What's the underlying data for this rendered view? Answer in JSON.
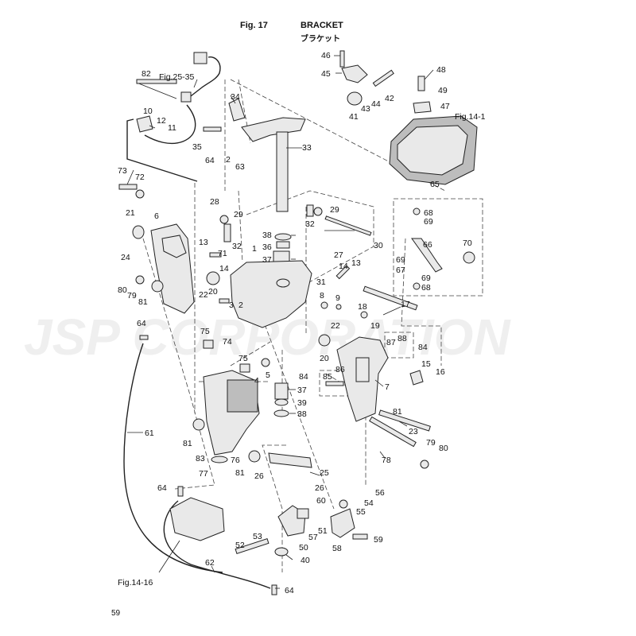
{
  "header": {
    "figure_label": "Fig. 17",
    "title_en": "BRACKET",
    "title_jp": "ブラケット"
  },
  "watermark": "JSP CORPORATION",
  "page_number": "59",
  "cross_references": [
    {
      "id": "fig25",
      "text": "Fig.25-35"
    },
    {
      "id": "fig14-1",
      "text": "Fig.14-1"
    },
    {
      "id": "fig14-16",
      "text": "Fig.14-16"
    }
  ],
  "callouts": [
    {
      "id": "c1",
      "text": "46"
    },
    {
      "id": "c2",
      "text": "45"
    },
    {
      "id": "c3",
      "text": "48"
    },
    {
      "id": "c4",
      "text": "49"
    },
    {
      "id": "c5",
      "text": "47"
    },
    {
      "id": "c6",
      "text": "43"
    },
    {
      "id": "c7",
      "text": "44"
    },
    {
      "id": "c8",
      "text": "42"
    },
    {
      "id": "c9",
      "text": "41"
    },
    {
      "id": "c10",
      "text": "82"
    },
    {
      "id": "c11",
      "text": "34"
    },
    {
      "id": "c12",
      "text": "10"
    },
    {
      "id": "c13",
      "text": "12"
    },
    {
      "id": "c14",
      "text": "11"
    },
    {
      "id": "c15",
      "text": "35"
    },
    {
      "id": "c16",
      "text": "33"
    },
    {
      "id": "c17",
      "text": "73"
    },
    {
      "id": "c18",
      "text": "72"
    },
    {
      "id": "c19",
      "text": "64"
    },
    {
      "id": "c20",
      "text": "2"
    },
    {
      "id": "c21",
      "text": "63"
    },
    {
      "id": "c22",
      "text": "65"
    },
    {
      "id": "c23",
      "text": "28"
    },
    {
      "id": "c24",
      "text": "29"
    },
    {
      "id": "c25",
      "text": "29"
    },
    {
      "id": "c26",
      "text": "68"
    },
    {
      "id": "c27",
      "text": "69"
    },
    {
      "id": "c28",
      "text": "21"
    },
    {
      "id": "c29",
      "text": "6"
    },
    {
      "id": "c30",
      "text": "32"
    },
    {
      "id": "c31",
      "text": "38"
    },
    {
      "id": "c32",
      "text": "32"
    },
    {
      "id": "c33",
      "text": "30"
    },
    {
      "id": "c34",
      "text": "66"
    },
    {
      "id": "c35",
      "text": "70"
    },
    {
      "id": "c36",
      "text": "13"
    },
    {
      "id": "c37",
      "text": "71"
    },
    {
      "id": "c38",
      "text": "36"
    },
    {
      "id": "c39",
      "text": "27"
    },
    {
      "id": "c40",
      "text": "69"
    },
    {
      "id": "c41",
      "text": "67"
    },
    {
      "id": "c42",
      "text": "69"
    },
    {
      "id": "c43",
      "text": "68"
    },
    {
      "id": "c44",
      "text": "24"
    },
    {
      "id": "c45",
      "text": "14"
    },
    {
      "id": "c46",
      "text": "1"
    },
    {
      "id": "c47",
      "text": "37"
    },
    {
      "id": "c48",
      "text": "14"
    },
    {
      "id": "c49",
      "text": "13"
    },
    {
      "id": "c50",
      "text": "31"
    },
    {
      "id": "c51",
      "text": "80"
    },
    {
      "id": "c52",
      "text": "79"
    },
    {
      "id": "c53",
      "text": "81"
    },
    {
      "id": "c54",
      "text": "20"
    },
    {
      "id": "c55",
      "text": "22"
    },
    {
      "id": "c56",
      "text": "3"
    },
    {
      "id": "c57",
      "text": "2"
    },
    {
      "id": "c58",
      "text": "8"
    },
    {
      "id": "c59",
      "text": "9"
    },
    {
      "id": "c60",
      "text": "18"
    },
    {
      "id": "c61",
      "text": "17"
    },
    {
      "id": "c62",
      "text": "19"
    },
    {
      "id": "c63",
      "text": "64"
    },
    {
      "id": "c64",
      "text": "22"
    },
    {
      "id": "c65",
      "text": "75"
    },
    {
      "id": "c66",
      "text": "74"
    },
    {
      "id": "c67",
      "text": "87"
    },
    {
      "id": "c68",
      "text": "88"
    },
    {
      "id": "c69",
      "text": "84"
    },
    {
      "id": "c70",
      "text": "20"
    },
    {
      "id": "c71",
      "text": "75"
    },
    {
      "id": "c72",
      "text": "5"
    },
    {
      "id": "c73",
      "text": "4"
    },
    {
      "id": "c74",
      "text": "15"
    },
    {
      "id": "c75",
      "text": "16"
    },
    {
      "id": "c76",
      "text": "84"
    },
    {
      "id": "c77",
      "text": "85"
    },
    {
      "id": "c78",
      "text": "86"
    },
    {
      "id": "c79",
      "text": "37"
    },
    {
      "id": "c80",
      "text": "7"
    },
    {
      "id": "c81",
      "text": "39"
    },
    {
      "id": "c82",
      "text": "38"
    },
    {
      "id": "c83",
      "text": "81"
    },
    {
      "id": "c84",
      "text": "61"
    },
    {
      "id": "c85",
      "text": "23"
    },
    {
      "id": "c86",
      "text": "81"
    },
    {
      "id": "c87",
      "text": "83"
    },
    {
      "id": "c88",
      "text": "76"
    },
    {
      "id": "c89",
      "text": "79"
    },
    {
      "id": "c90",
      "text": "80"
    },
    {
      "id": "c91",
      "text": "78"
    },
    {
      "id": "c92",
      "text": "77"
    },
    {
      "id": "c93",
      "text": "81"
    },
    {
      "id": "c94",
      "text": "26"
    },
    {
      "id": "c95",
      "text": "25"
    },
    {
      "id": "c96",
      "text": "26"
    },
    {
      "id": "c97",
      "text": "64"
    },
    {
      "id": "c98",
      "text": "56"
    },
    {
      "id": "c99",
      "text": "60"
    },
    {
      "id": "c100",
      "text": "54"
    },
    {
      "id": "c101",
      "text": "55"
    },
    {
      "id": "c102",
      "text": "51"
    },
    {
      "id": "c103",
      "text": "53"
    },
    {
      "id": "c104",
      "text": "57"
    },
    {
      "id": "c105",
      "text": "59"
    },
    {
      "id": "c106",
      "text": "52"
    },
    {
      "id": "c107",
      "text": "50"
    },
    {
      "id": "c108",
      "text": "58"
    },
    {
      "id": "c109",
      "text": "40"
    },
    {
      "id": "c110",
      "text": "62"
    },
    {
      "id": "c111",
      "text": "64"
    }
  ]
}
